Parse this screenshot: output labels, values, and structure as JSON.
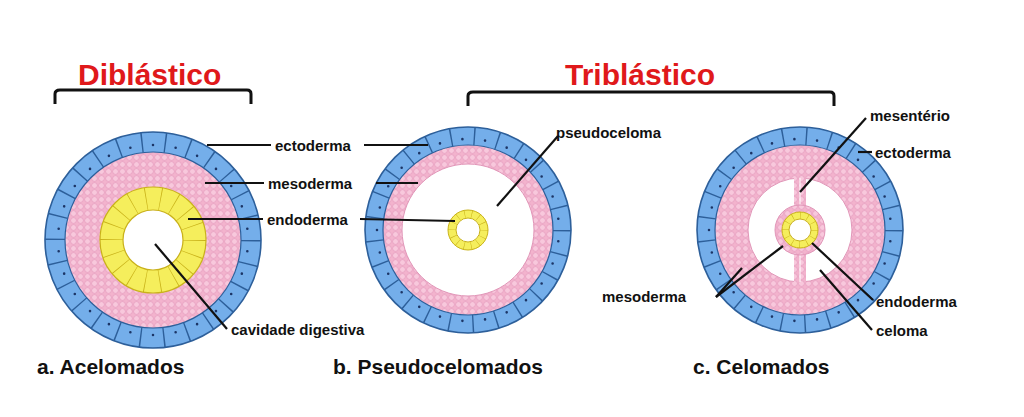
{
  "diagram": {
    "labels": [
      "Diblástico",
      "Triblástico",
      "ectoderma",
      "mesoderma",
      "endoderma",
      "cavidade digestiva",
      "a. Acelomados",
      "pseudoceloma",
      "b. Pseudocelomados",
      "mesentério",
      "ectoderma",
      "mesoderma",
      "endoderma",
      "celoma",
      "c. Celomados"
    ]
  }
}
